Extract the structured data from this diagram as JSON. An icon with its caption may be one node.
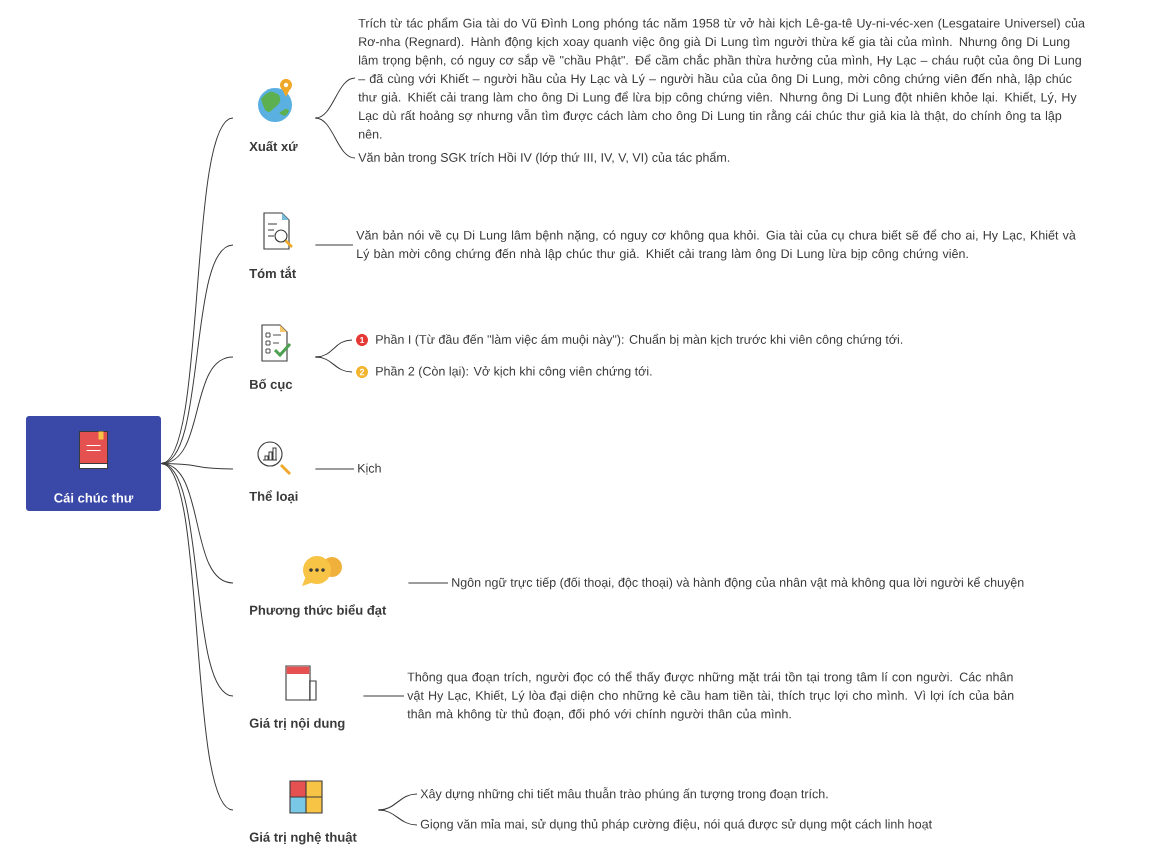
{
  "diagram": {
    "nodes": [
      {
        "text": [
          "Cái chúc thư"
        ]
      },
      {
        "text": [
          "Xuất xứ"
        ]
      },
      {
        "text": [
          "Trích từ tác phẩm Gia tài do Vũ Đình Long phóng tác năm 1958 từ vở hài kịch Lê-ga-tê Uy-ni-véc-xen (Lesgataire Universel) của Rơ-nha (Regnard). Hành động kịch xoay quanh việc ông già Di Lung tìm người thừa kế gia tài của mình. Nhưng ông Di Lung lâm trọng bệnh, có nguy cơ sắp về \"chầu Phật\". Để cầm chắc phần thừa hưởng của mình, Hy Lạc – cháu ruột của ông Di Lung – đã cùng với Khiết – người hầu của Hy Lạc và Lý – người hầu của của ông Di Lung, mời công chứng viên đến nhà, lập chúc thư giả. Khiết cải trang làm cho ông Di Lung để lừa bịp công chứng viên. Nhưng ông Di Lung đột nhiên khỏe lại. Khiết, Lý, Hy Lạc dù rất hoảng sợ nhưng vẫn tìm được cách làm cho ông Di Lung tin rằng cái chúc thư giả kia là thật, do chính ông ta lập nên."
        ]
      },
      {
        "text": [
          "Văn bản trong SGK trích Hồi IV (lớp thứ III, IV, V, VI) của tác phẩm."
        ]
      },
      {
        "text": [
          "Tóm tắt"
        ]
      },
      {
        "text": [
          "Văn bản nói về cụ Di Lung lâm bệnh nặng, có nguy cơ không qua khỏi. Gia tài của cụ chưa biết sẽ để cho ai, Hy Lạc, Khiết và Lý bàn mời công chứng đến nhà lập chúc thư giả. Khiết cải trang làm ông Di Lung lừa bịp công chứng viên."
        ]
      },
      {
        "text": [
          "Bố cục"
        ]
      },
      {
        "text": [
          "Phần I (Từ đầu đến \"làm việc ám muội này\"): Chuẩn bị màn kịch trước khi viên công chứng tới."
        ]
      },
      {
        "text": [
          "Phần 2 (Còn lại): Vở kịch khi công viên chứng tới."
        ]
      },
      {
        "text": [
          "Thể loại"
        ]
      },
      {
        "text": [
          "Kịch"
        ]
      },
      {
        "text": [
          "Phương thức biểu đạt"
        ]
      },
      {
        "text": [
          "Ngôn ngữ trực tiếp (đối thoại, độc thoại) và hành động của nhân vật mà không qua lời người kể chuyện"
        ]
      },
      {
        "text": [
          "Giá trị nội dung"
        ]
      },
      {
        "text": [
          "Thông qua đoạn trích, người đọc có thể thấy được những mặt trái tồn tại trong tâm lí con người. Các nhân vật Hy Lạc, Khiết, Lý lòa đại diện cho những kẻ cầu ham tiền tài, thích trục lợi cho mình. Vì lợi ích của bản thân mà không từ thủ đoạn, đối phó với chính người thân của mình."
        ]
      },
      {
        "text": [
          "Giá trị nghệ thuật"
        ]
      },
      {
        "text": [
          "Xây dựng những chi tiết mâu thuẫn trào phúng ấn tượng trong đoạn trích."
        ]
      },
      {
        "text": [
          "Giọng văn mỉa mai, sử dụng thủ pháp cường điệu, nói quá được sử dụng một cách linh hoạt"
        ]
      }
    ],
    "edges": [
      {
        "from": 0,
        "to": 1,
        "arrow": "none"
      },
      {
        "from": 1,
        "to": 2,
        "arrow": "none"
      },
      {
        "from": 1,
        "to": 3,
        "arrow": "none"
      },
      {
        "from": 0,
        "to": 4,
        "arrow": "none"
      },
      {
        "from": 4,
        "to": 5,
        "arrow": "none"
      },
      {
        "from": 0,
        "to": 6,
        "arrow": "none"
      },
      {
        "from": 6,
        "to": 7,
        "arrow": "none"
      },
      {
        "from": 6,
        "to": 8,
        "arrow": "none"
      },
      {
        "from": 0,
        "to": 9,
        "arrow": "none"
      },
      {
        "from": 9,
        "to": 10,
        "arrow": "none"
      },
      {
        "from": 0,
        "to": 11,
        "arrow": "none"
      },
      {
        "from": 11,
        "to": 12,
        "arrow": "none"
      },
      {
        "from": 0,
        "to": 13,
        "arrow": "none"
      },
      {
        "from": 13,
        "to": 14,
        "arrow": "none"
      },
      {
        "from": 0,
        "to": 15,
        "arrow": "none"
      },
      {
        "from": 15,
        "to": 16,
        "arrow": "none"
      },
      {
        "from": 15,
        "to": 17,
        "arrow": "none"
      }
    ],
    "labels": [
      "1",
      "2"
    ]
  }
}
